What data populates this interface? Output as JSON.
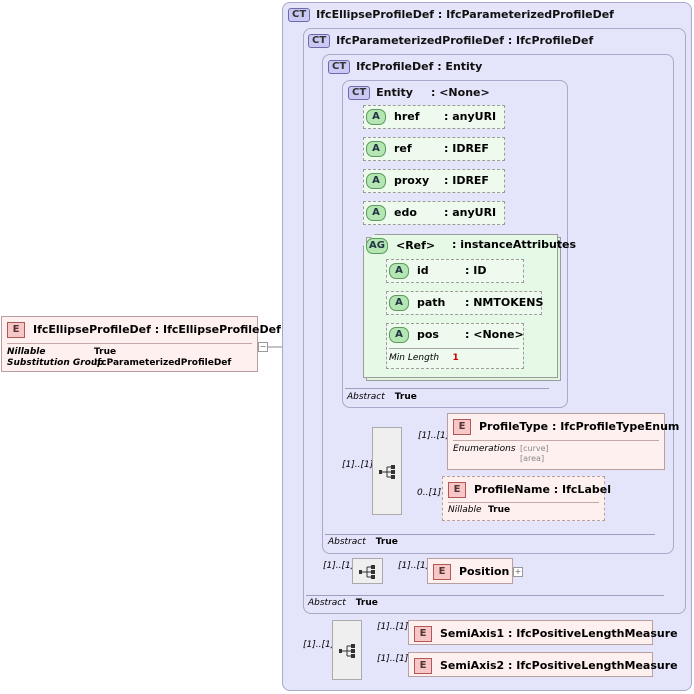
{
  "types": {
    "ellipse_ct": "IfcEllipseProfileDef : IfcParameterizedProfileDef",
    "param_ct": "IfcParameterizedProfileDef : IfcProfileDef",
    "profile_ct": "IfcProfileDef : Entity",
    "entity_ct": "Entity",
    "entity_base": ": <None>"
  },
  "badges": {
    "ct": "CT",
    "a": "A",
    "ag": "AG",
    "e": "E"
  },
  "root_element": {
    "title": "IfcEllipseProfileDef : IfcEllipseProfileDef",
    "nillable_label": "Nillable",
    "nillable_value": "True",
    "subst_label": "Substitution Group",
    "subst_value": "IfcParameterizedProfileDef"
  },
  "attributes": [
    {
      "name": "href",
      "type": ": anyURI"
    },
    {
      "name": "ref",
      "type": ": IDREF"
    },
    {
      "name": "proxy",
      "type": ": IDREF"
    },
    {
      "name": "edo",
      "type": ": anyURI"
    }
  ],
  "attribute_group": {
    "name": "<Ref>",
    "type": ": instanceAttributes",
    "attributes": [
      {
        "name": "id",
        "type": ": ID"
      },
      {
        "name": "path",
        "type": ": NMTOKENS"
      },
      {
        "name": "pos",
        "type": ": <None>"
      }
    ],
    "min_length_label": "Min Length",
    "min_length_value": "1"
  },
  "abstract_label": "Abstract",
  "abstract_value": "True",
  "profile_type": {
    "title": "ProfileType : IfcProfileTypeEnum",
    "enum_label": "Enumerations",
    "enum_values": [
      "[curve]",
      "[area]"
    ],
    "multiplicity": "[1]..[1]"
  },
  "profile_name": {
    "title": "ProfileName : IfcLabel",
    "nillable_label": "Nillable",
    "nillable_value": "True",
    "multiplicity": "0..[1]"
  },
  "profile_seq_multiplicity": "[1]..[1]",
  "position": {
    "title": "Position",
    "seq_multiplicity": "[1]..[1]",
    "multiplicity": "[1]..[1]",
    "expand": "+"
  },
  "root_seq_multiplicity": "[1]..[1]",
  "semi_axis1": {
    "title": "SemiAxis1 : IfcPositiveLengthMeasure",
    "multiplicity": "[1]..[1]"
  },
  "semi_axis2": {
    "title": "SemiAxis2 : IfcPositiveLengthMeasure",
    "multiplicity": "[1]..[1]"
  }
}
